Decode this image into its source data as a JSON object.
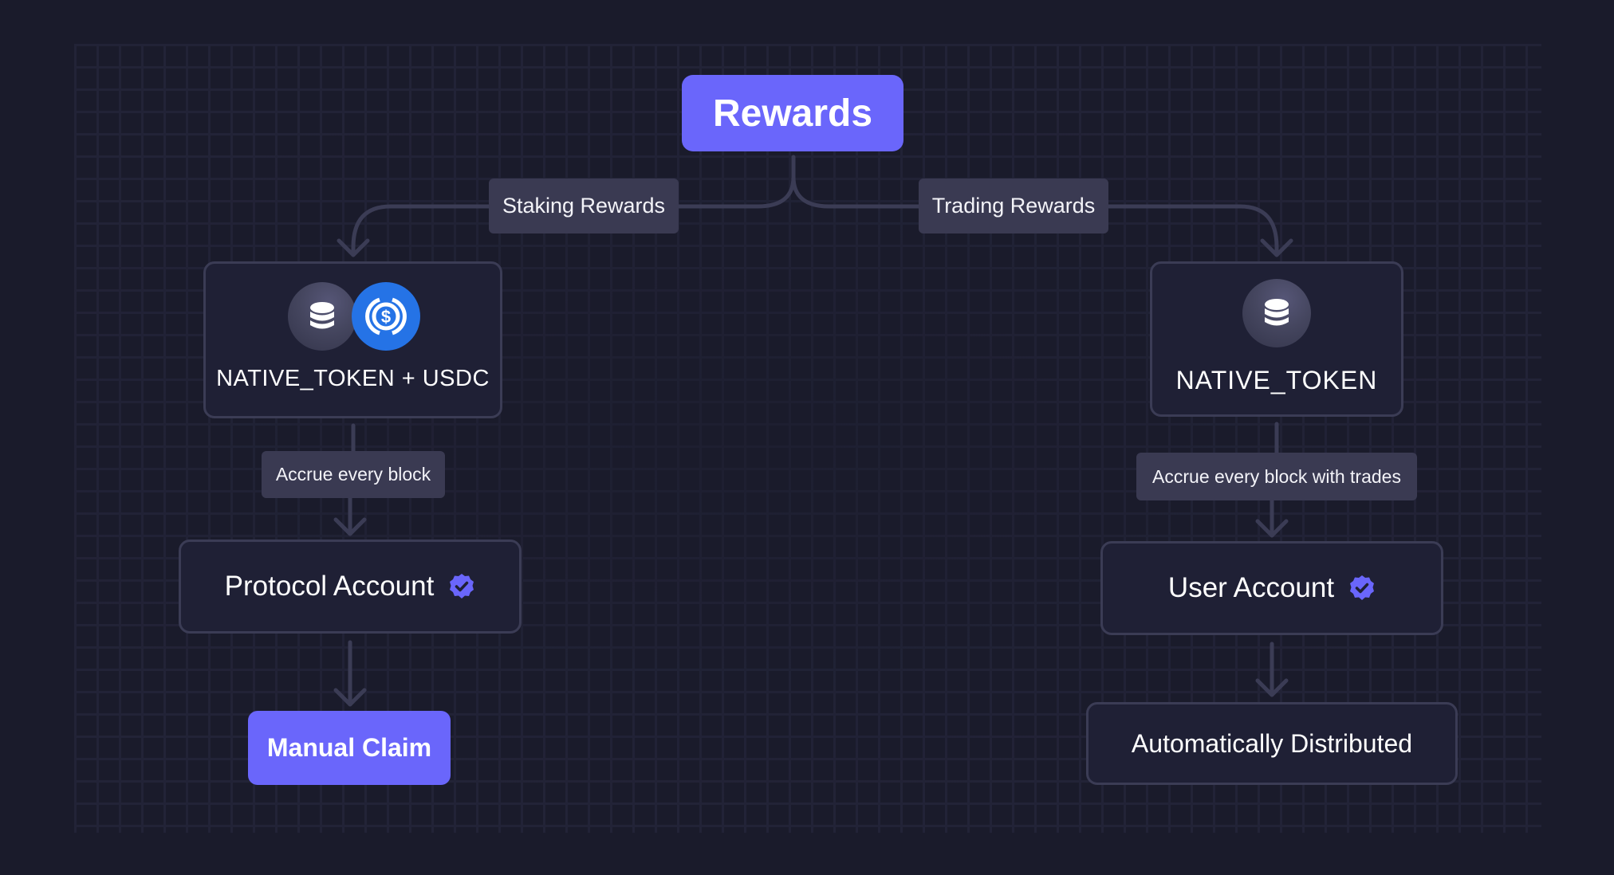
{
  "diagram": {
    "root": {
      "label": "Rewards"
    },
    "branches": [
      {
        "edge_label": "Staking Rewards",
        "token_node": {
          "label": "NATIVE_TOKEN + USDC",
          "icons": [
            "native-token-coin-icon",
            "usdc-coin-icon"
          ]
        },
        "accrual_label": "Accrue every block",
        "account_node": {
          "label": "Protocol Account",
          "badge": "verified-badge-icon"
        },
        "outcome_node": {
          "label": "Manual Claim",
          "style": "primary"
        }
      },
      {
        "edge_label": "Trading Rewards",
        "token_node": {
          "label": "NATIVE_TOKEN",
          "icons": [
            "native-token-coin-icon"
          ]
        },
        "accrual_label": "Accrue every block with trades",
        "account_node": {
          "label": "User Account",
          "badge": "verified-badge-icon"
        },
        "outcome_node": {
          "label": "Automatically Distributed",
          "style": "card"
        }
      }
    ]
  },
  "colors": {
    "background": "#1a1b2b",
    "primary": "#6a66fb",
    "card": "#1f2035",
    "tag": "#3a3a52",
    "connector": "#3b3c55",
    "usdc_blue": "#2573e6"
  }
}
